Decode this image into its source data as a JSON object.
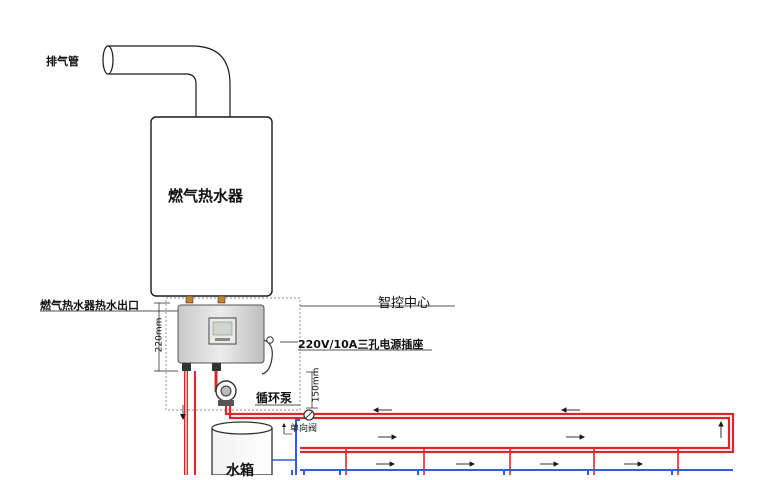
{
  "labels": {
    "exhaust_pipe": "排气管",
    "gas_water_heater": "燃气热水器",
    "heater_hot_water_outlet": "燃气热水器热水出口",
    "smart_control_center": "智控中心",
    "power_socket": "220V/10A三孔电源插座",
    "circulation_pump": "循环泵",
    "check_valve": "单向阀",
    "water_tank": "水箱",
    "dim_220": "220mm",
    "dim_150": "150mm"
  },
  "colors": {
    "hot_pipe": "#d8282e",
    "cold_pipe": "#2f5fd0",
    "outline": "#1a1a1a",
    "dashed_box": "#8a8a8a",
    "controller_body": "#dcdcdc",
    "display_screen": "#e8ebe6"
  }
}
